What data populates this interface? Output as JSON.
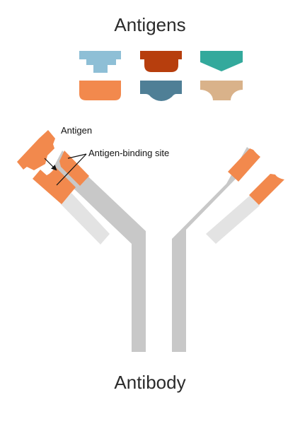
{
  "header": {
    "title": "Antigens"
  },
  "footer": {
    "title": "Antibody"
  },
  "labels": {
    "antigen": "Antigen",
    "binding_site": "Antigen-binding site"
  },
  "colors": {
    "light_blue": "#8ebfd6",
    "rust": "#b73e0d",
    "teal": "#33a99c",
    "orange": "#f2894d",
    "slate_blue": "#4f7f96",
    "tan": "#d9b28a",
    "heavy_chain": "#c8c8c8",
    "light_chain_constant": "#e3e3e3",
    "variable_region": "#f2894d"
  }
}
